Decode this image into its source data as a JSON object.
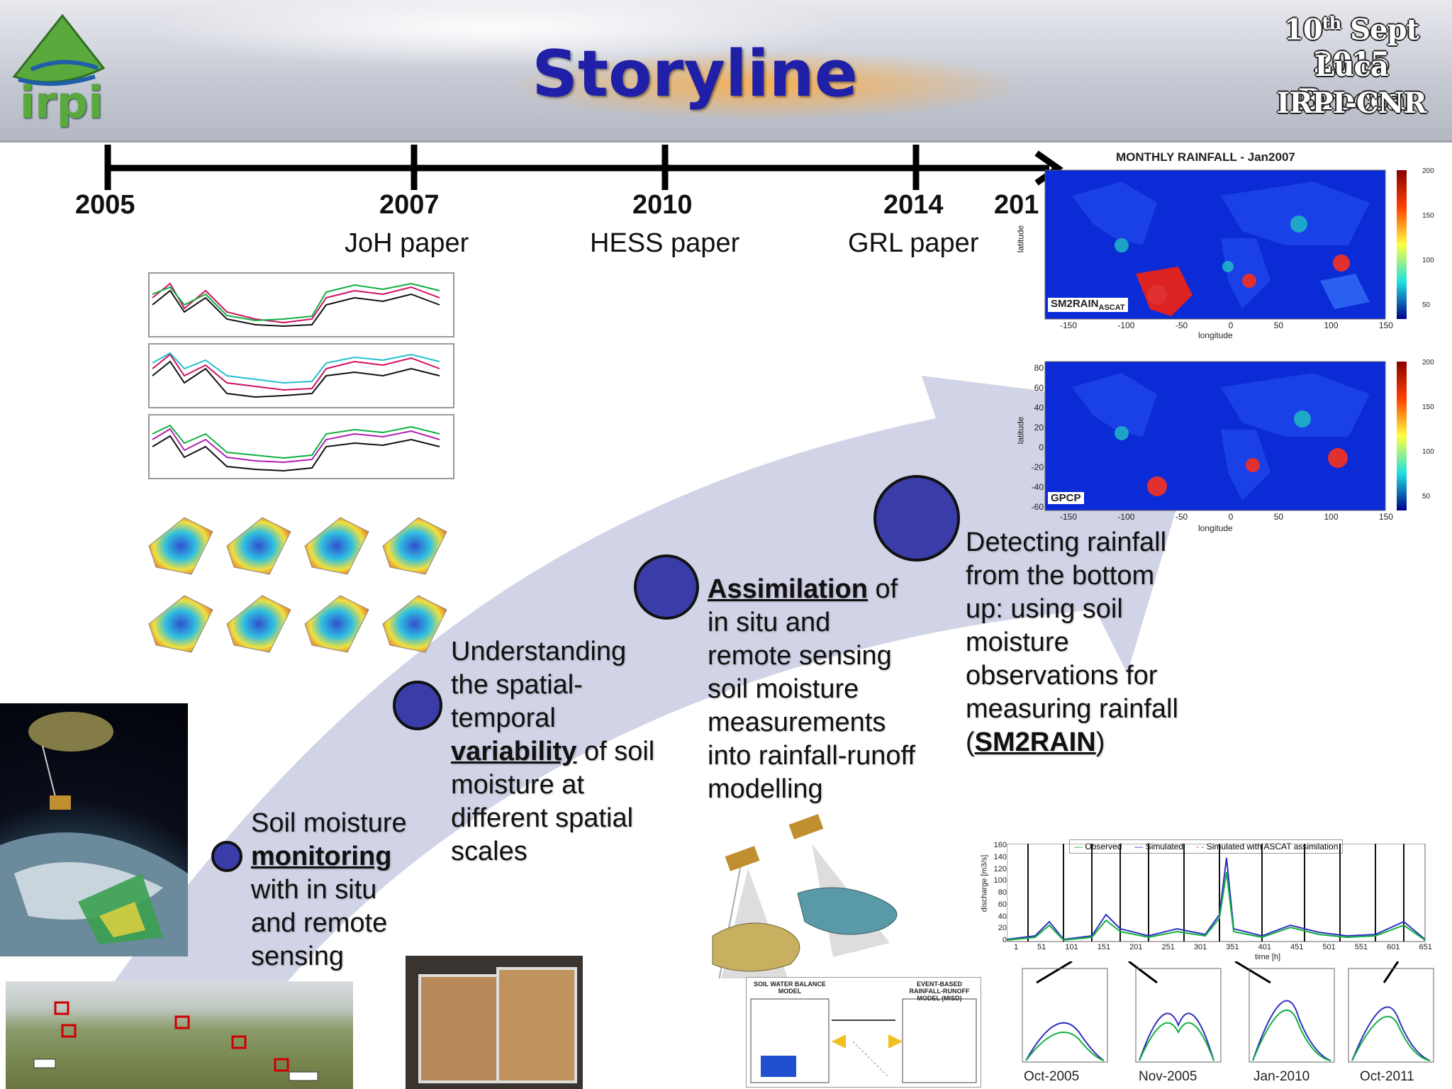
{
  "header": {
    "title": "Storyline",
    "logo_text": "irpi",
    "date_prefix": "10",
    "date_sup": "th",
    "date_suffix": " Sept 2015",
    "author": "Luca Brocca",
    "institute": "IRPI-CNR"
  },
  "timeline": {
    "years": [
      "2005",
      "2007",
      "2010",
      "2014",
      "201"
    ],
    "papers": [
      "JoH paper",
      "HESS paper",
      "GRL paper"
    ]
  },
  "steps": {
    "s1": {
      "pre": "Soil moisture",
      "bold": "monitoring",
      "post": "with in situ and remote sensing"
    },
    "s2": {
      "pre": "Understanding the spatial-temporal",
      "bold": "variability",
      "post": "of soil moisture at different spatial scales"
    },
    "s3": {
      "bold": "Assimilation",
      "post": "of in situ and remote sensing soil moisture measurements into rainfall-runoff modelling"
    },
    "s4": {
      "pre": "Detecting rainfall from the bottom up: using soil moisture observations for measuring rainfall",
      "open": "(",
      "bold": "SM2RAIN",
      "close": ")"
    }
  },
  "maps": {
    "title": "MONTHLY RAINFALL - Jan2007",
    "label_top": "SM2RAIN",
    "label_top_sub": "ASCAT",
    "label_bottom": "GPCP",
    "ylabel": "latitude",
    "xlabel": "longitude",
    "lon_ticks": [
      "-150",
      "-100",
      "-50",
      "0",
      "50",
      "100",
      "150"
    ],
    "lat_ticks": [
      "80",
      "60",
      "40",
      "20",
      "0",
      "-20",
      "-40",
      "-60"
    ],
    "colorbar_ticks": [
      "200",
      "150",
      "100",
      "50"
    ]
  },
  "hydrograph": {
    "legend": [
      "Observed",
      "Simulated",
      "Simulated with ASCAT assimilation"
    ],
    "ylabel": "discharge [m3/s]",
    "xlabel": "time [h]",
    "y_ticks": [
      "160",
      "140",
      "120",
      "100",
      "80",
      "60",
      "40",
      "20",
      "0"
    ],
    "x_ticks": [
      "1",
      "51",
      "101",
      "151",
      "201",
      "251",
      "301",
      "351",
      "401",
      "451",
      "501",
      "551",
      "601",
      "651"
    ],
    "events": [
      "Oct-2005",
      "Nov-2005",
      "Jan-2010",
      "Oct-2011"
    ]
  },
  "diagram": {
    "box_left": "SOIL WATER BALANCE MODEL",
    "box_right": "EVENT-BASED RAINFALL-RUNOFF MODEL (MISD)"
  },
  "colors": {
    "title": "#1f1fa8",
    "dot": "#3a3ca8",
    "arrow": "#c9cbe2"
  }
}
